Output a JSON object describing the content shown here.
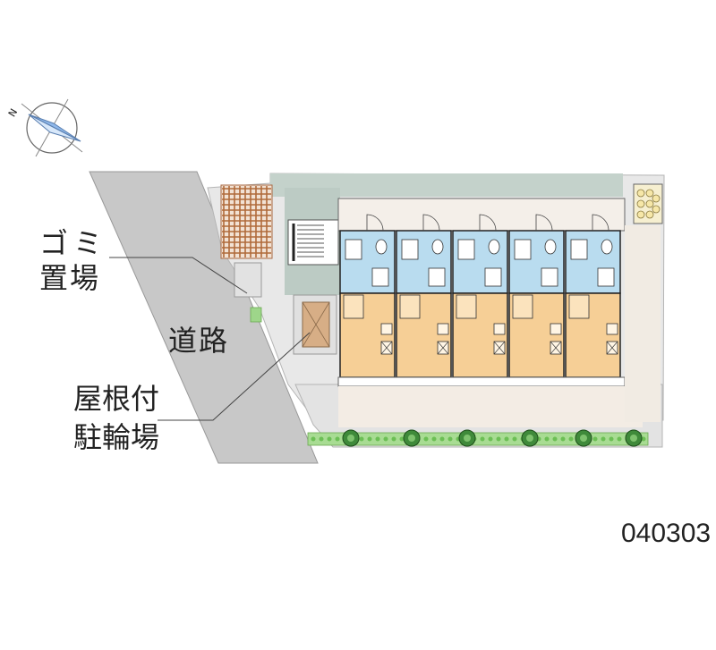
{
  "labels": {
    "trash_line1": "ゴミ",
    "trash_line2": "置場",
    "road": "道路",
    "bike_line1": "屋根付",
    "bike_line2": "駐輪場",
    "code": "040303"
  },
  "compass": {
    "north_letter": "N"
  },
  "colors": {
    "road": "#c8c8c8",
    "site": "#e6e6e6",
    "building_shadow": "#bfcfc8",
    "room_floor": "#f6cf96",
    "wet_area": "#b9dcef",
    "paving": "#f3ece4",
    "hedge": "#9ed68a",
    "tree": "#3f8a3a",
    "brick": "#b06a3a",
    "bike_roof": "#d9b08a"
  },
  "units": 5
}
